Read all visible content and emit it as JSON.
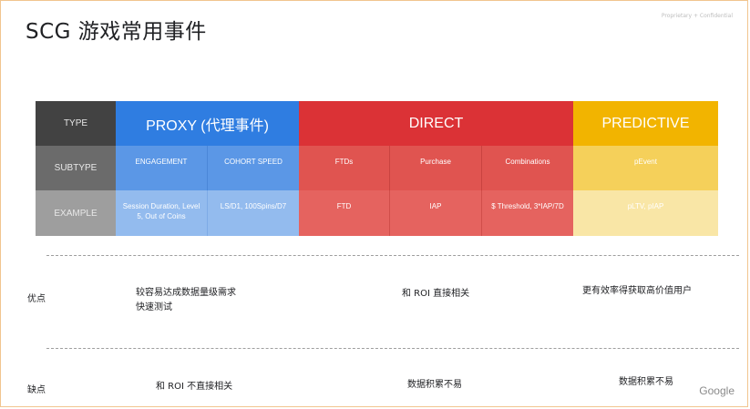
{
  "title": "SCG 游戏常用事件",
  "confidential": "Proprietary + Confidential",
  "brand": "Google",
  "table": {
    "row_labels": [
      "TYPE",
      "SUBTYPE",
      "EXAMPLE"
    ],
    "proxy": {
      "header": "PROXY (代理事件)",
      "subtypes": [
        "ENGAGEMENT",
        "COHORT SPEED"
      ],
      "examples": [
        "Session Duration, Level 5, Out of Coins",
        "LS/D1, 100Spins/D7"
      ]
    },
    "direct": {
      "header": "DIRECT",
      "subtypes": [
        "FTDs",
        "Purchase",
        "Combinations"
      ],
      "examples": [
        "FTD",
        "IAP",
        "$ Threshold, 3*IAP/7D"
      ]
    },
    "predictive": {
      "header": "PREDICTIVE",
      "subtypes": [
        "pEvent"
      ],
      "examples": [
        "pLTV, pIAP"
      ]
    }
  },
  "pros": {
    "label": "优点",
    "proxy_line1": "较容易达成数据量级需求",
    "proxy_line2": "快速测试",
    "direct": "和 ROI 直接相关",
    "predictive": "更有效率得获取高价值用户"
  },
  "cons": {
    "label": "缺点",
    "proxy": "和 ROI 不直接相关",
    "direct": "数据积累不易",
    "predictive": "数据积累不易"
  },
  "colors": {
    "type_col_header": "#424242",
    "type_col_sub": "#6b6b6b",
    "type_col_ex": "#9e9e9e",
    "proxy_header": "#2f7de1",
    "proxy_sub": "#5b97e6",
    "proxy_ex": "#93bbee",
    "direct_header": "#db3236",
    "direct_sub": "#e05450",
    "direct_ex": "#e5635f",
    "predictive_header": "#f2b400",
    "predictive_sub": "#f5d05a",
    "predictive_ex": "#f9e6a6"
  }
}
